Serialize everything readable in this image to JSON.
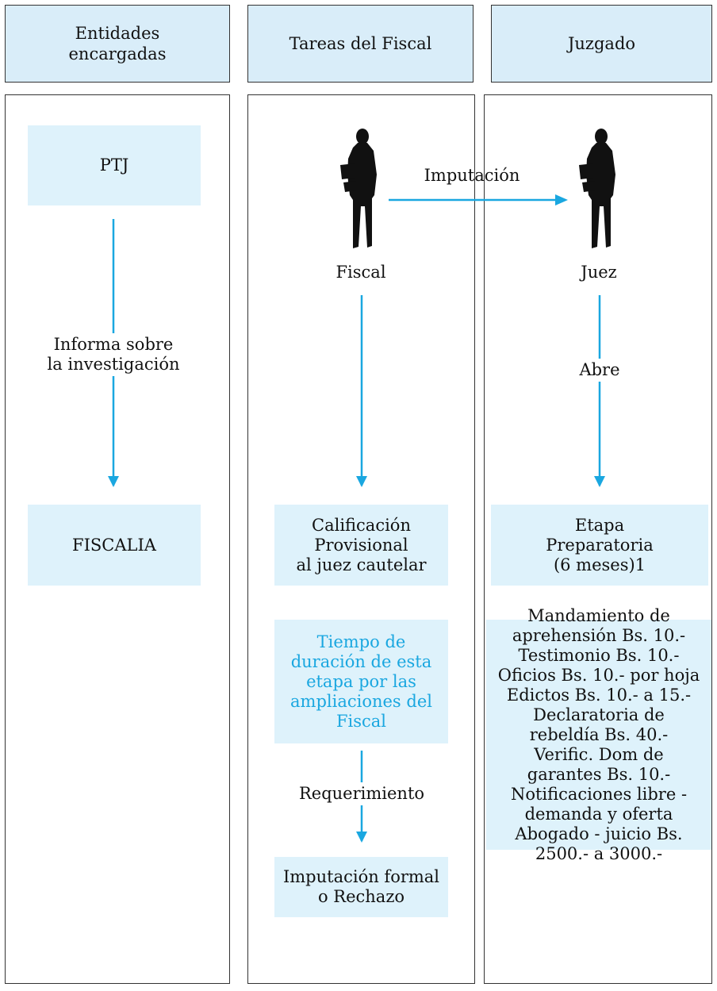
{
  "headers": {
    "entidades": "Entidades\nencargadas",
    "tareas": "Tareas del Fiscal",
    "juzgado": "Juzgado"
  },
  "entidades": {
    "ptj": "PTJ",
    "informa": "Informa sobre\nla investigación",
    "fiscalia": "FISCALIA"
  },
  "tareas": {
    "fiscal_label": "Fiscal",
    "imputacion": "Imputación",
    "calificacion": "Calificación\nProvisional\nal juez cautelar",
    "tiempo": "Tiempo de\nduración de esta\netapa por las\nampliaciones del\nFiscal",
    "requerimiento": "Requerimiento",
    "imputacion_formal": "Imputación formal\no Rechazo"
  },
  "juzgado": {
    "juez_label": "Juez",
    "abre": "Abre",
    "etapa": "Etapa\nPreparatoria\n(6 meses)1",
    "costos": "Mandamiento de\naprehensión Bs. 10.-\nTestimonio Bs. 10.-\nOficios Bs. 10.- por hoja\nEdictos  Bs. 10.- a 15.-\nDeclaratoria de\nrebeldía Bs. 40.-\nVerific. Dom de\ngarantes Bs. 10.-\nNotificaciones libre -\ndemanda y oferta\nAbogado - juicio Bs.\n2500.- a 3000.-"
  },
  "colors": {
    "header_fill": "#d9edf9",
    "box_fill": "#def2fb",
    "arrow": "#1aa7e0",
    "highlight_text": "#1aa7e0"
  },
  "icons": [
    "person-silhouette-icon",
    "arrow-down-icon",
    "arrow-right-icon"
  ]
}
